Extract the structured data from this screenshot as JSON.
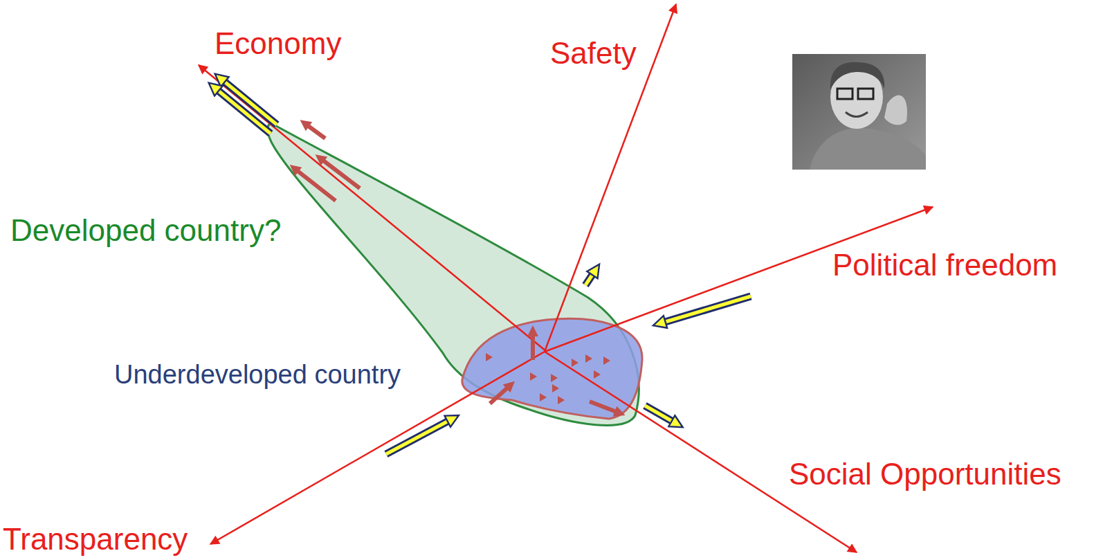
{
  "diagram": {
    "labels": [
      "Economy",
      "Safety",
      "Political freedom",
      "Social Opportunities",
      "Transparency",
      "Developed country?",
      "Underdeveloped country"
    ]
  }
}
